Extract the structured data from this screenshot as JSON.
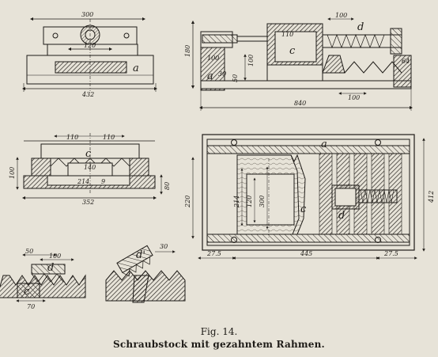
{
  "figure": {
    "number": "Fig. 14.",
    "caption": "Schraubstock mit gezahntem Rahmen."
  },
  "views": {
    "front_view": {
      "dims": {
        "top_width": "300",
        "inner_width": "120",
        "base_width": "432"
      },
      "labels": {
        "a": "a"
      }
    },
    "side_section": {
      "dims": {
        "height": "180",
        "left_block": "100",
        "block_height": "100",
        "depth": "110",
        "small_offset": "50",
        "width_30": "30",
        "top_100": "100",
        "bottom_100": "100",
        "right_64": "64",
        "total_length": "840"
      },
      "labels": {
        "c": "c",
        "d": "d",
        "a": "a"
      }
    },
    "cross_section": {
      "dims": {
        "left_110": "110",
        "right_110": "110",
        "center_140": "140",
        "inner_214": "214",
        "height_100": "100",
        "height_80": "80",
        "base_352": "352",
        "small_9": "9"
      },
      "labels": {
        "c": "c"
      }
    },
    "plan_view": {
      "dims": {
        "left_220": "220",
        "inner_214": "214",
        "inner_120": "120",
        "inner_300": "300",
        "right_412": "412",
        "left_margin": "27.5",
        "mid_445": "445",
        "right_margin": "27.5"
      },
      "labels": {
        "a": "a",
        "c": "c",
        "d": "d"
      }
    },
    "detail_left": {
      "dims": {
        "w50": "50",
        "w100": "100",
        "w70": "70"
      },
      "labels": {
        "d": "d",
        "c": "c"
      }
    },
    "detail_right": {
      "dims": {
        "w30": "30"
      },
      "labels": {
        "d_prime": "d'"
      }
    }
  }
}
